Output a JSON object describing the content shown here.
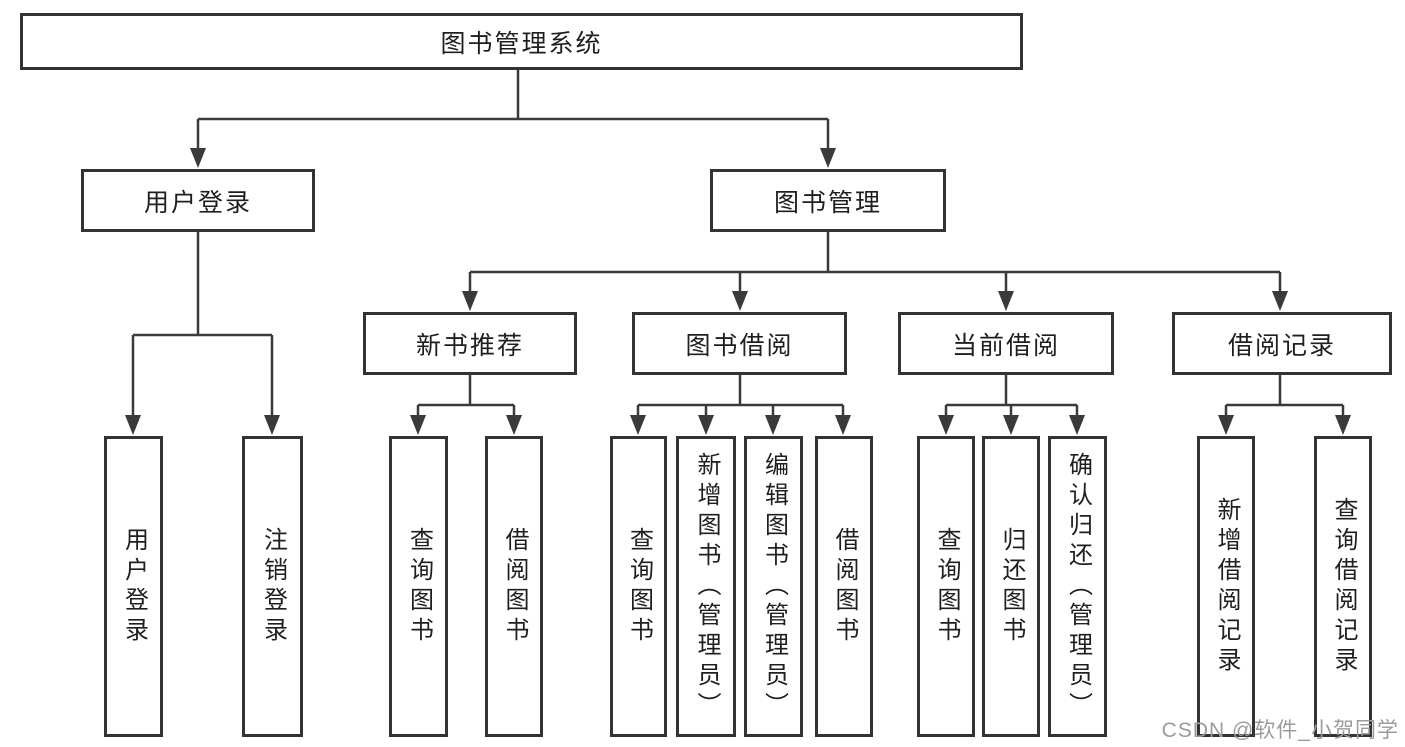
{
  "tree": {
    "root": {
      "label": "图书管理系统",
      "children": [
        {
          "label": "用户登录",
          "children": [
            {
              "label": "用户登录"
            },
            {
              "label": "注销登录"
            }
          ]
        },
        {
          "label": "图书管理",
          "children": [
            {
              "label": "新书推荐",
              "children": [
                {
                  "label": "查询图书"
                },
                {
                  "label": "借阅图书"
                }
              ]
            },
            {
              "label": "图书借阅",
              "children": [
                {
                  "label": "查询图书"
                },
                {
                  "label": "新增图书（管理员）"
                },
                {
                  "label": "编辑图书（管理员）"
                },
                {
                  "label": "借阅图书"
                }
              ]
            },
            {
              "label": "当前借阅",
              "children": [
                {
                  "label": "查询图书"
                },
                {
                  "label": "归还图书"
                },
                {
                  "label": "确认归还（管理员）"
                }
              ]
            },
            {
              "label": "借阅记录",
              "children": [
                {
                  "label": "新增借阅记录"
                },
                {
                  "label": "查询借阅记录"
                }
              ]
            }
          ]
        }
      ]
    }
  },
  "watermark": {
    "text": "CSDN @软件_小贺同学"
  },
  "colors": {
    "line": "#3a3a3a",
    "border": "#333333",
    "text": "#1f1f1f",
    "background": "#ffffff",
    "watermark": "#9b9b9b"
  }
}
